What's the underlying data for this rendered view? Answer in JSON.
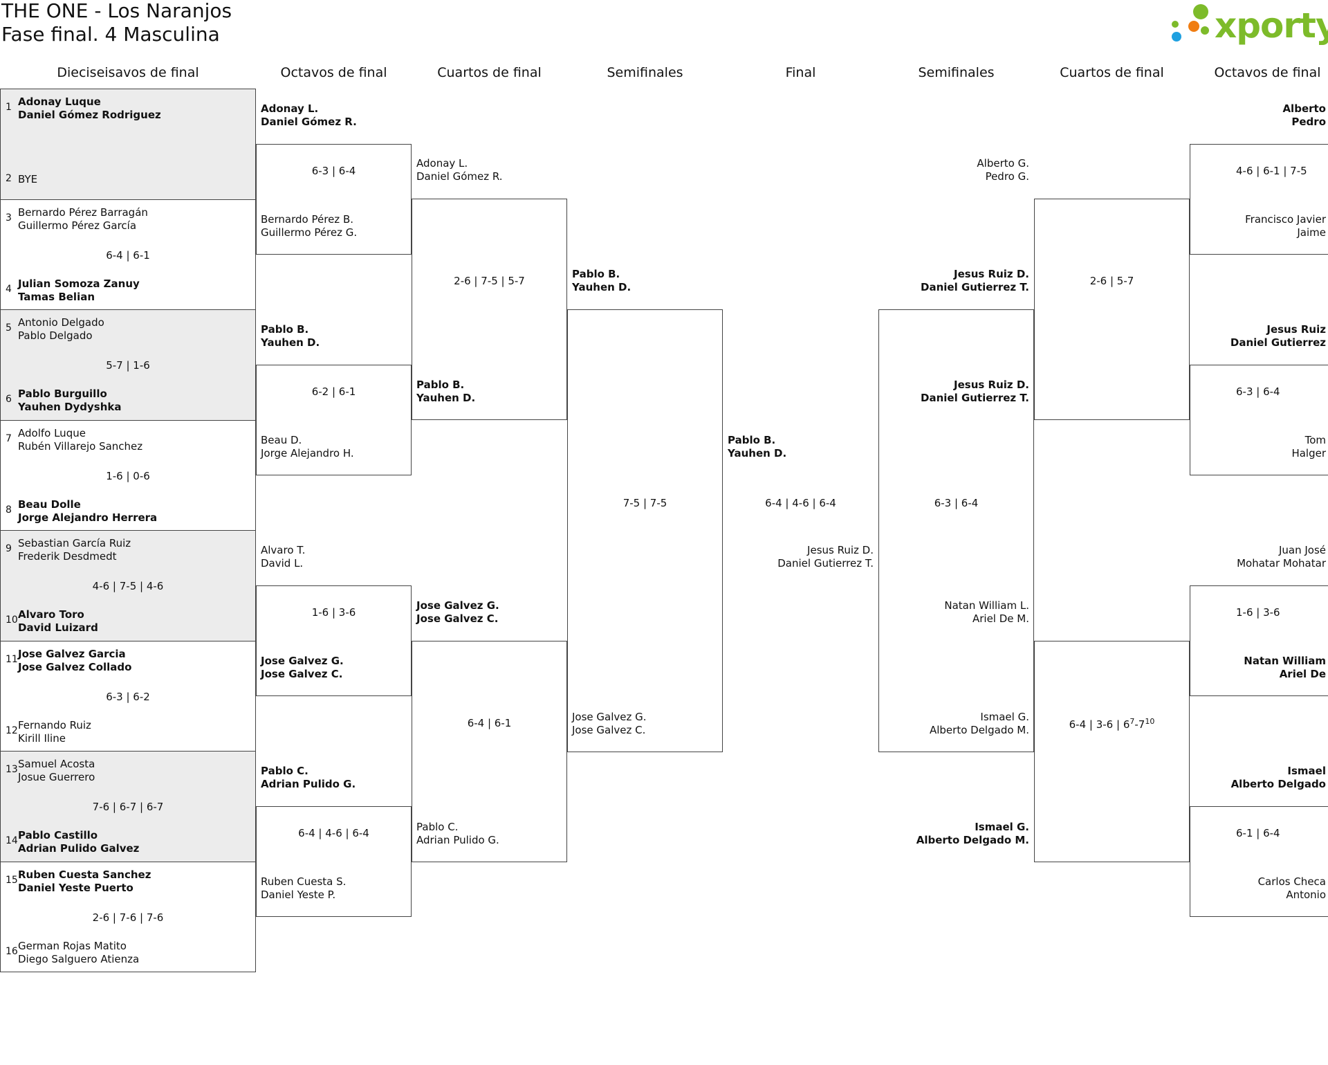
{
  "header": {
    "title_line1": "THE ONE - Los Naranjos",
    "title_line2": "Fase final. 4 Masculina",
    "logo_text": "xporty",
    "logo_colors": [
      "#7dbb2a",
      "#f07d12",
      "#1ea0e0"
    ]
  },
  "rounds": {
    "r32": "Dieciseisavos de final",
    "r16_left": "Octavos de final",
    "qf_left": "Cuartos de final",
    "sf_left": "Semifinales",
    "final": "Final",
    "sf_right": "Semifinales",
    "qf_right": "Cuartos de final",
    "r16_right": "Octavos de final"
  },
  "r32": [
    {
      "seedA": "1",
      "a1": "Adonay Luque",
      "a2": "Daniel Gómez Rodriguez",
      "seedB": "2",
      "b1": "BYE",
      "b2": "",
      "score": ""
    },
    {
      "seedA": "3",
      "a1": "Bernardo Pérez Barragán",
      "a2": "Guillermo Pérez García",
      "seedB": "4",
      "b1": "Julian Somoza Zanuy",
      "b2": "Tamas Belian",
      "score": "6-4 | 6-1"
    },
    {
      "seedA": "5",
      "a1": "Antonio Delgado",
      "a2": "Pablo Delgado",
      "seedB": "6",
      "b1": "Pablo Burguillo",
      "b2": "Yauhen Dydyshka",
      "score": "5-7 | 1-6"
    },
    {
      "seedA": "7",
      "a1": "Adolfo Luque",
      "a2": "Rubén Villarejo Sanchez",
      "seedB": "8",
      "b1": "Beau Dolle",
      "b2": "Jorge Alejandro Herrera",
      "score": "1-6 | 0-6"
    },
    {
      "seedA": "9",
      "a1": "Sebastian García Ruiz",
      "a2": "Frederik Desdmedt",
      "seedB": "10",
      "b1": "Alvaro Toro",
      "b2": "David Luizard",
      "score": "4-6 | 7-5 | 4-6"
    },
    {
      "seedA": "11",
      "a1": "Jose Galvez Garcia",
      "a2": "Jose Galvez Collado",
      "seedB": "12",
      "b1": "Fernando Ruiz",
      "b2": "Kirill Iline",
      "score": "6-3 | 6-2"
    },
    {
      "seedA": "13",
      "a1": "Samuel Acosta",
      "a2": "Josue Guerrero",
      "seedB": "14",
      "b1": "Pablo Castillo",
      "b2": "Adrian Pulido Galvez",
      "score": "7-6 | 6-7 | 6-7"
    },
    {
      "seedA": "15",
      "a1": "Ruben Cuesta Sanchez",
      "a2": "Daniel Yeste Puerto",
      "seedB": "16",
      "b1": "German Rojas Matito",
      "b2": "Diego Salguero Atienza",
      "score": "2-6 | 7-6 | 7-6"
    }
  ],
  "r16_left": [
    {
      "a1": "Adonay L.",
      "a2": "Daniel Gómez R.",
      "b1": "Bernardo Pérez B.",
      "b2": "Guillermo Pérez G.",
      "score": "6-3 | 6-4"
    },
    {
      "a1": "Pablo B.",
      "a2": "Yauhen D.",
      "b1": "Beau D.",
      "b2": "Jorge Alejandro H.",
      "score": "6-2 | 6-1"
    },
    {
      "a1": "Alvaro T.",
      "a2": "David L.",
      "b1": "Jose Galvez G.",
      "b2": "Jose Galvez C.",
      "score": "1-6 | 3-6"
    },
    {
      "a1": "Pablo C.",
      "a2": "Adrian Pulido G.",
      "b1": "Ruben Cuesta S.",
      "b2": "Daniel Yeste P.",
      "score": "6-4 | 4-6 | 6-4"
    }
  ],
  "qf_left": [
    {
      "a1": "Adonay L.",
      "a2": "Daniel Gómez R.",
      "b1": "Pablo B.",
      "b2": "Yauhen D.",
      "score": "2-6 | 7-5 | 5-7"
    },
    {
      "a1": "Jose Galvez G.",
      "a2": "Jose Galvez C.",
      "b1": "Pablo C.",
      "b2": "Adrian Pulido G.",
      "score": "6-4 | 6-1"
    }
  ],
  "sf_left": {
    "a1": "Pablo B.",
    "a2": "Yauhen D.",
    "b1": "Jose Galvez G.",
    "b2": "Jose Galvez C.",
    "score": "7-5 | 7-5"
  },
  "final": {
    "a1": "Pablo B.",
    "a2": "Yauhen D.",
    "b1": "Jesus Ruiz D.",
    "b2": "Daniel Gutierrez T.",
    "score": "6-4 | 4-6 | 6-4"
  },
  "sf_right": {
    "a1": "Jesus Ruiz D.",
    "a2": "Daniel Gutierrez T.",
    "b1": "Ismael G.",
    "b2": "Alberto Delgado M.",
    "score": "6-3 | 6-4"
  },
  "qf_right": [
    {
      "a1": "Alberto G.",
      "a2": "Pedro G.",
      "b1": "Jesus Ruiz D.",
      "b2": "Daniel Gutierrez T.",
      "score": "2-6 | 5-7"
    },
    {
      "a1": "Natan William L.",
      "a2": "Ariel De M.",
      "b1": "Ismael G.",
      "b2": "Alberto Delgado M.",
      "score_main": "6-4 | 3-6 | 6",
      "score_sup1": "7",
      "score_mid": "-7",
      "score_sup2": "10"
    }
  ],
  "r16_right": [
    {
      "a1": "Alberto",
      "a2": "Pedro",
      "b1": "Francisco Javier",
      "b2": "Jaime",
      "score": "4-6 | 6-1 | 7-5"
    },
    {
      "a1": "Jesus Ruiz",
      "a2": "Daniel Gutierrez",
      "b1": "Tom",
      "b2": "Halger",
      "score": "6-3 | 6-4"
    },
    {
      "a1": "Juan José",
      "a2": "Mohatar Mohatar",
      "b1": "Natan William",
      "b2": "Ariel De",
      "score": "1-6 | 3-6"
    },
    {
      "a1": "Ismael",
      "a2": "Alberto Delgado",
      "b1": "Carlos Checa",
      "b2": "Antonio",
      "score": "6-1 | 6-4"
    }
  ]
}
